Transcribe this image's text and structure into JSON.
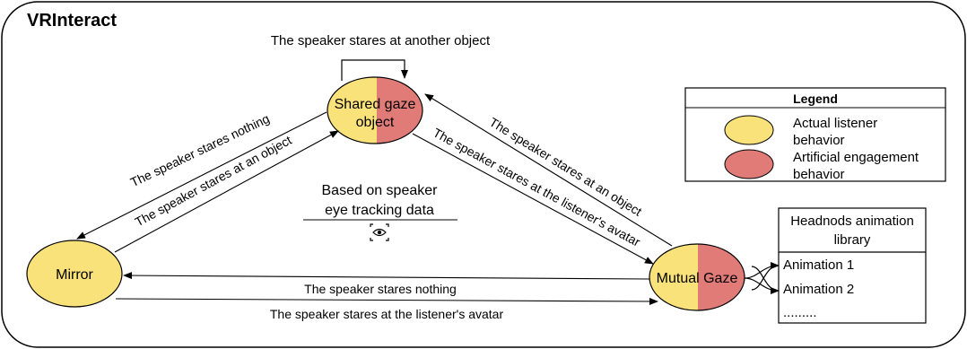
{
  "title": "VRInteract",
  "nodes": {
    "shared_gaze": {
      "label_line1": "Shared gaze",
      "label_line2": "object"
    },
    "mirror": {
      "label": "Mirror"
    },
    "mutual_gaze": {
      "label": "Mutual Gaze"
    }
  },
  "transitions": {
    "self_loop": "The speaker stares at another object",
    "shared_to_mirror": "The speaker stares nothing",
    "mirror_to_shared": "The speaker stares at an object",
    "mutual_to_shared": "The speaker stares at an object",
    "shared_to_mutual": "The speaker stares at the listener's avatar",
    "mutual_to_mirror": "The speaker stares nothing",
    "mirror_to_mutual": "The speaker stares at the listener's avatar"
  },
  "center_note": {
    "line1": "Based on speaker",
    "line2": "eye tracking data",
    "icon": "eye-tracking-icon"
  },
  "legend": {
    "title": "Legend",
    "items": [
      {
        "line1": "Actual listener",
        "line2": "behavior",
        "color": "#f9e27a"
      },
      {
        "line1": "Artificial engagement",
        "line2": "behavior",
        "color": "#e07b78"
      }
    ]
  },
  "animation_library": {
    "title_line1": "Headnods animation",
    "title_line2": "library",
    "items": [
      "Animation 1",
      "Animation 2",
      "........."
    ]
  },
  "colors": {
    "listener_yellow": "#f9e27a",
    "engagement_red": "#e07b78"
  }
}
